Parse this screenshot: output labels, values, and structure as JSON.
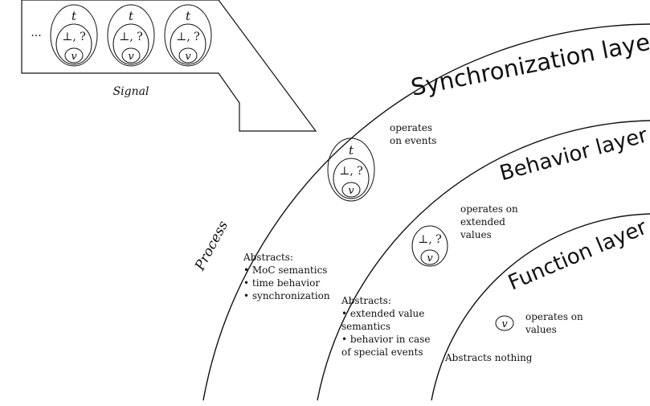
{
  "signal": {
    "dots": "···",
    "label": "Signal",
    "events": [
      {
        "t": "t",
        "ext": "⊥, ?",
        "v": "v"
      },
      {
        "t": "t",
        "ext": "⊥, ?",
        "v": "v"
      },
      {
        "t": "t",
        "ext": "⊥, ?",
        "v": "v"
      }
    ]
  },
  "process_label": "Process",
  "layers": {
    "synchronization": {
      "title": "Synchronization layer",
      "operates_lines": [
        "operates",
        "on events"
      ],
      "abstracts_lines": [
        "Abstracts:",
        "• MoC semantics",
        "• time behavior",
        "• synchronization"
      ],
      "event": {
        "t": "t",
        "ext": "⊥, ?",
        "v": "v"
      }
    },
    "behavior": {
      "title": "Behavior layer",
      "operates_lines": [
        "operates on",
        "extended",
        "values"
      ],
      "abstracts_lines": [
        "Abstracts:",
        "• extended value",
        "semantics",
        "• behavior in case",
        "of special events"
      ],
      "event": {
        "ext": "⊥, ?",
        "v": "v"
      }
    },
    "function": {
      "title": "Function layer",
      "operates_lines": [
        "operates on",
        "values"
      ],
      "abstracts_lines": [
        "Abstracts nothing"
      ],
      "event": {
        "v": "v"
      }
    }
  }
}
